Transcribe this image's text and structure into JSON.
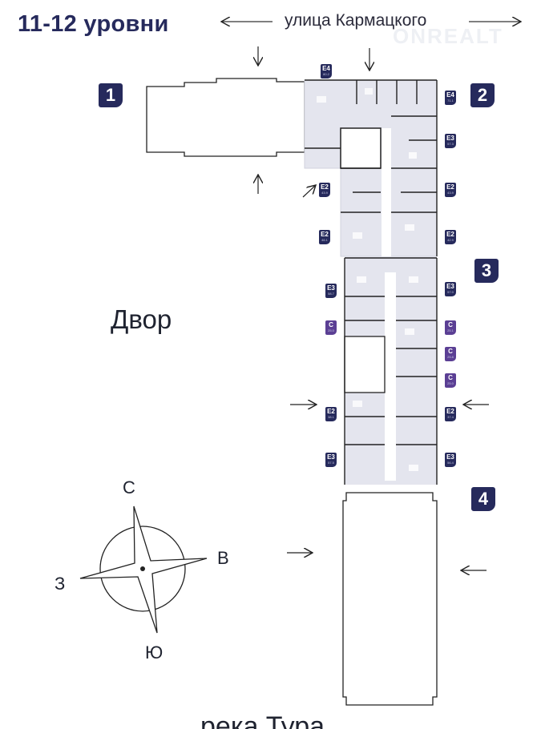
{
  "header": {
    "title": "11-12 уровни",
    "street": "улица Кармацкого",
    "watermark": "ONREALT"
  },
  "sections": [
    {
      "number": "1"
    },
    {
      "number": "2"
    },
    {
      "number": "3"
    },
    {
      "number": "4"
    }
  ],
  "yard_label": "Двор",
  "river_label": "река Тура",
  "compass": {
    "north": "С",
    "east": "В",
    "west": "З",
    "south": "Ю"
  },
  "apartments": [
    {
      "type": "E4",
      "area": "80.2"
    },
    {
      "type": "E4",
      "area": "71.1"
    },
    {
      "type": "E3",
      "area": "57.3"
    },
    {
      "type": "E2",
      "area": "43.9"
    },
    {
      "type": "E2",
      "area": "43.9"
    },
    {
      "type": "E2",
      "area": "46.1"
    },
    {
      "type": "E2",
      "area": "42.9"
    },
    {
      "type": "E3",
      "area": "58.7"
    },
    {
      "type": "E3",
      "area": "57.0"
    },
    {
      "type": "C",
      "area": "25.0"
    },
    {
      "type": "C",
      "area": "25.1"
    },
    {
      "type": "C",
      "area": "25.8"
    },
    {
      "type": "C",
      "area": "25.0"
    },
    {
      "type": "E2",
      "area": "38.1"
    },
    {
      "type": "E2",
      "area": "37.4"
    },
    {
      "type": "E3",
      "area": "57.5"
    },
    {
      "type": "E3",
      "area": "56.4"
    }
  ],
  "colors": {
    "navy": "#262a5c",
    "studio": "#5b3f94",
    "plan_fill": "#e4e5ee"
  }
}
